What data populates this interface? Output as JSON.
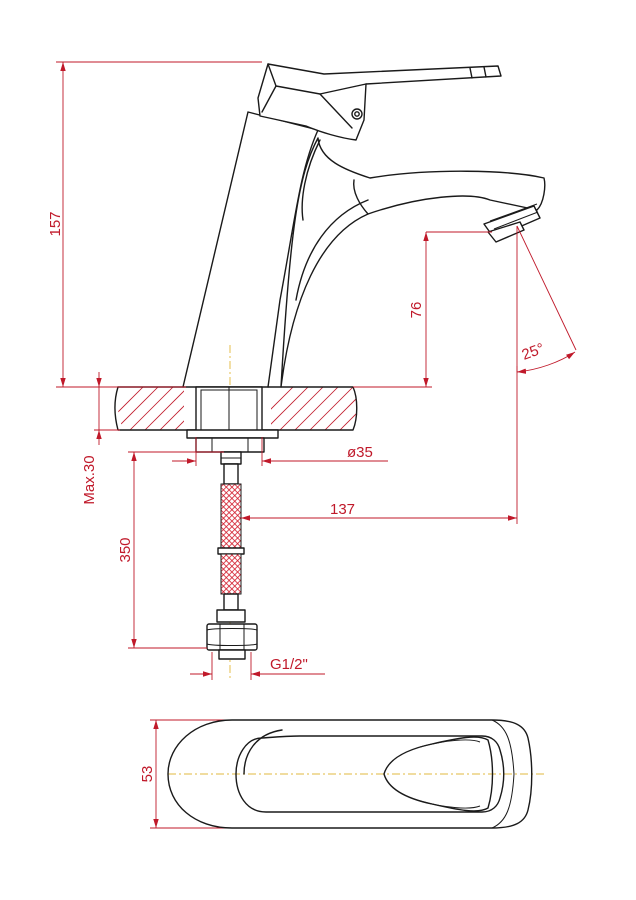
{
  "dimensions": {
    "total_height": "157",
    "spout_height": "76",
    "spout_angle": "25°",
    "max_thickness": "Max.30",
    "mount_diameter": "ø35",
    "spout_reach": "137",
    "hose_length": "350",
    "thread": "G1/2\"",
    "body_width": "53"
  },
  "colors": {
    "outline": "#1a1a1a",
    "dimension": "#c0192a",
    "centerline": "#d9a400",
    "background": "#ffffff"
  }
}
